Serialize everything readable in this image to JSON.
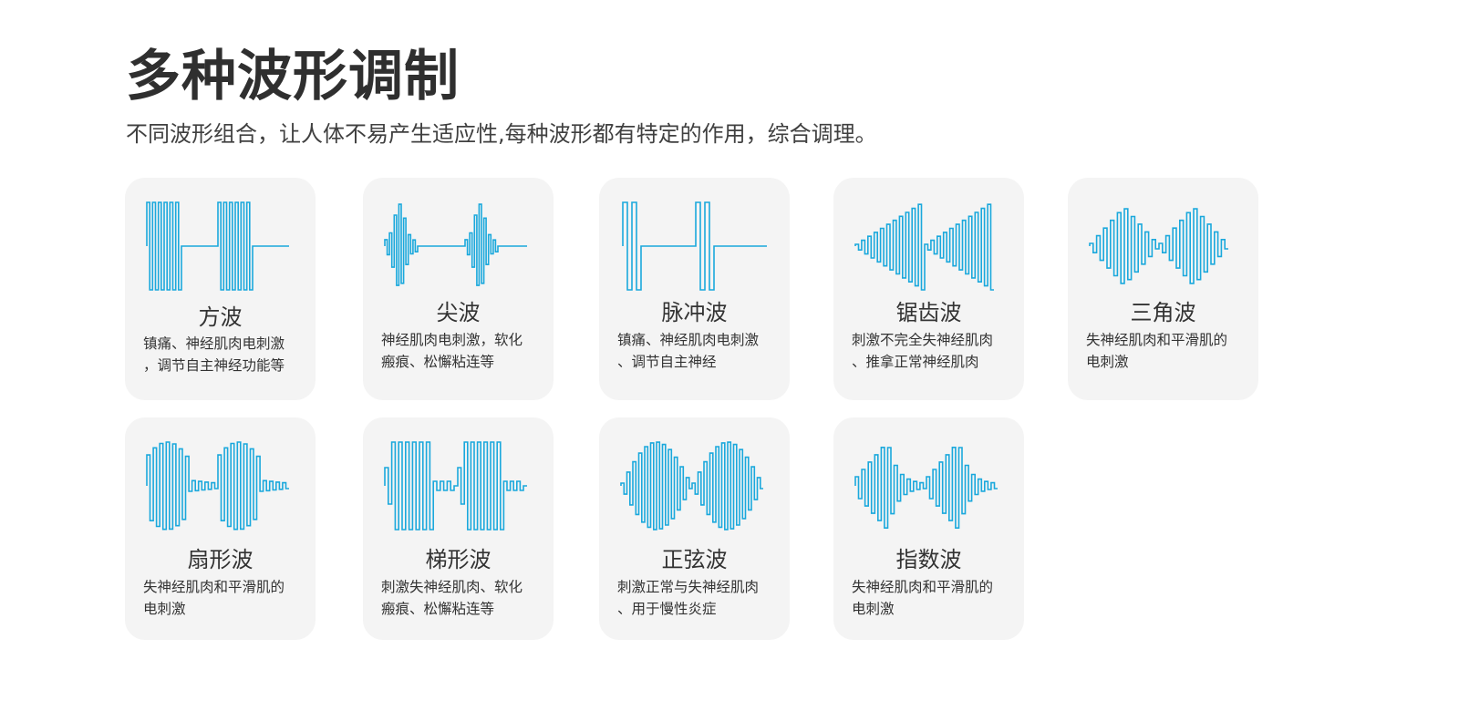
{
  "header": {
    "title": "多种波形调制",
    "subtitle": "不同波形组合，让人体不易产生适应性,每种波形都有特定的作用，综合调理。"
  },
  "accent_color": "#1aa8dc",
  "card_background": "#f4f4f4",
  "waves": [
    {
      "icon": "square-wave-icon",
      "name": "方波",
      "desc": "镇痛、神经肌肉电刺激\n，调节自主神经功能等"
    },
    {
      "icon": "spike-wave-icon",
      "name": "尖波",
      "desc": "神经肌肉电刺激，软化\n瘢痕、松懈粘连等"
    },
    {
      "icon": "pulse-wave-icon",
      "name": "脉冲波",
      "desc": "镇痛、神经肌肉电刺激\n、调节自主神经"
    },
    {
      "icon": "sawtooth-wave-icon",
      "name": "锯齿波",
      "desc": "刺激不完全失神经肌肉\n、推拿正常神经肌肉"
    },
    {
      "icon": "triangle-wave-icon",
      "name": "三角波",
      "desc": "失神经肌肉和平滑肌的\n电刺激"
    },
    {
      "icon": "fan-wave-icon",
      "name": "扇形波",
      "desc": "失神经肌肉和平滑肌的\n电刺激"
    },
    {
      "icon": "trapezoid-wave-icon",
      "name": "梯形波",
      "desc": "刺激失神经肌肉、软化\n瘢痕、松懈粘连等"
    },
    {
      "icon": "sine-wave-icon",
      "name": "正弦波",
      "desc": "刺激正常与失神经肌肉\n、用于慢性炎症"
    },
    {
      "icon": "exponential-wave-icon",
      "name": "指数波",
      "desc": "失神经肌肉和平滑肌的\n电刺激"
    }
  ]
}
